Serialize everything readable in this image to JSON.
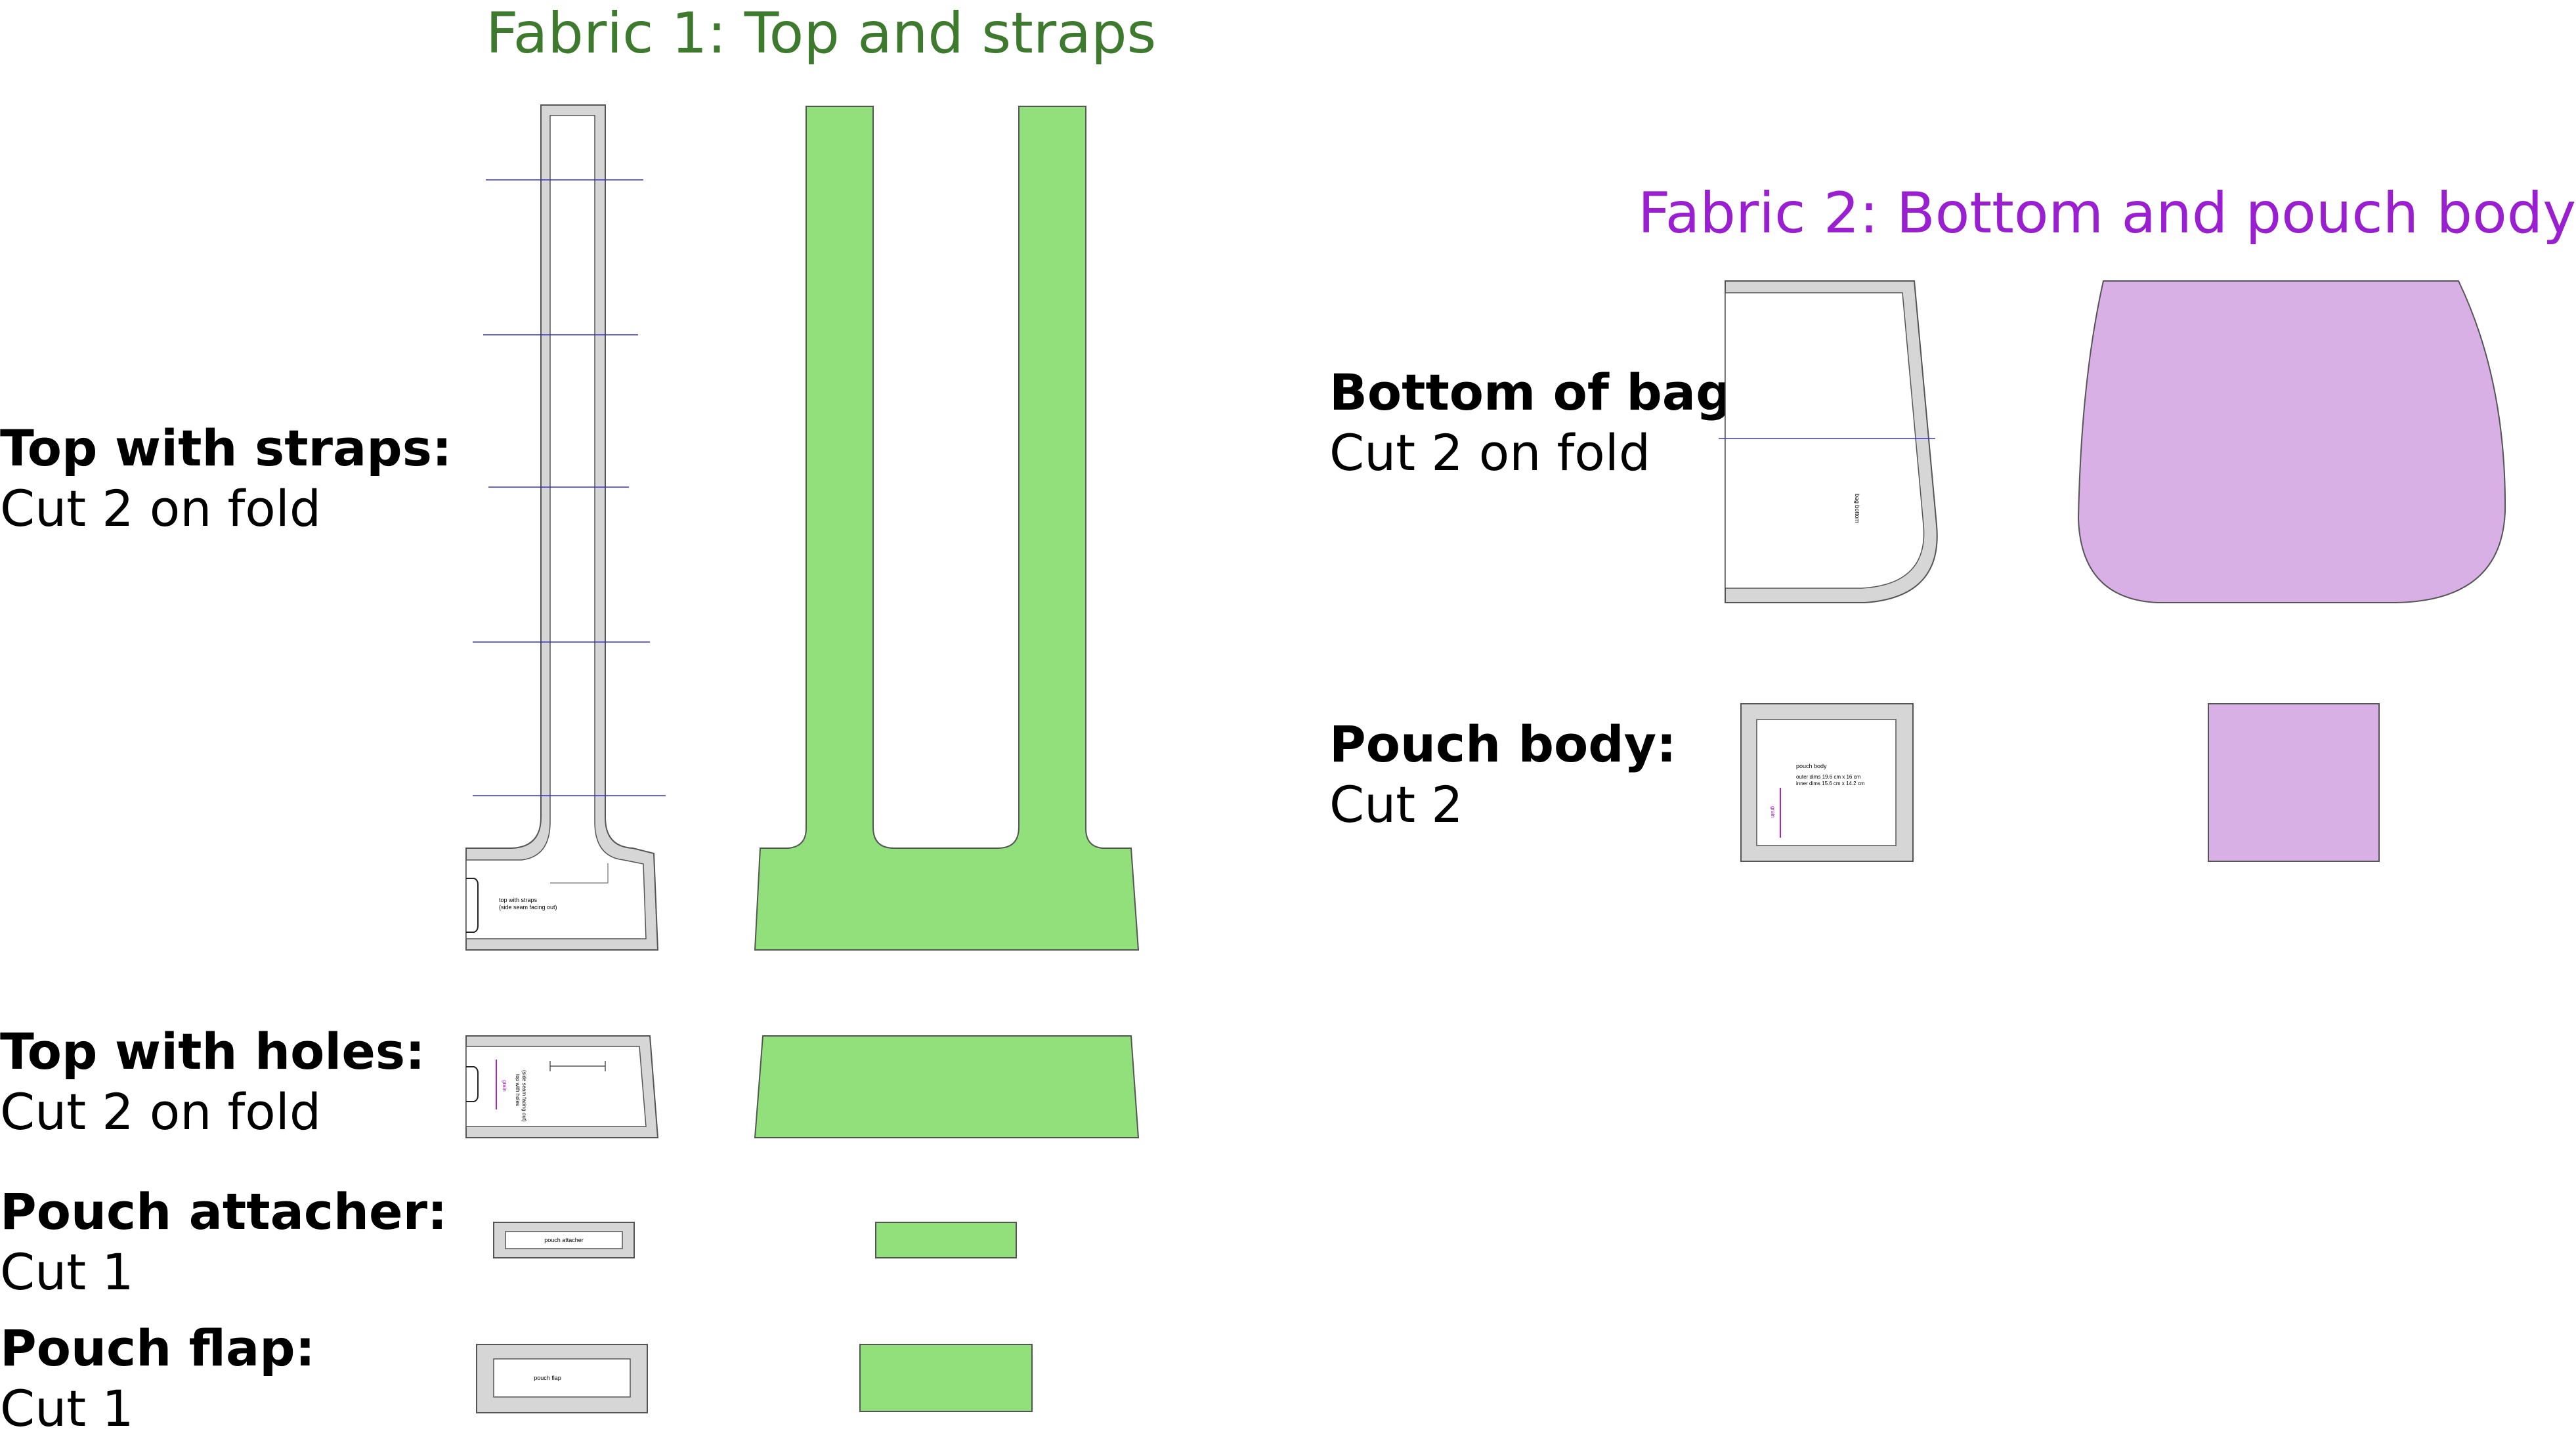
{
  "titles": {
    "fabric1": "Fabric 1: Top and straps",
    "fabric2": "Fabric 2: Bottom and pouch body"
  },
  "colors": {
    "fabric1_title": "#3e7a2e",
    "fabric2_title": "#9a1fd0",
    "fabric1_fill": "#92e07c",
    "fabric2_fill": "#d9b0e6",
    "seam_allowance": "#d6d6d6",
    "outline": "#555555",
    "guide_line": "#3333cc",
    "grain_arrow": "#aa22cc"
  },
  "pieces": [
    {
      "id": "top-with-straps",
      "name": "Top with straps:",
      "instruction": "Cut 2 on fold",
      "fabric": 1
    },
    {
      "id": "top-with-holes",
      "name": "Top with holes:",
      "instruction": "Cut 2 on fold",
      "fabric": 1
    },
    {
      "id": "pouch-attacher",
      "name": "Pouch attacher:",
      "instruction": "Cut 1",
      "fabric": 1
    },
    {
      "id": "pouch-flap",
      "name": "Pouch flap:",
      "instruction": "Cut 1",
      "fabric": 1
    },
    {
      "id": "bottom-of-bag",
      "name": "Bottom of bag:",
      "instruction": "Cut 2 on fold",
      "fabric": 2
    },
    {
      "id": "pouch-body",
      "name": "Pouch body:",
      "instruction": "Cut 2",
      "fabric": 2
    }
  ],
  "pattern_text": {
    "top_straps_line1": "top with straps",
    "top_straps_line2": "(side seam facing out)",
    "top_holes_line1": "top with holes",
    "top_holes_line2": "(side seam facing out)",
    "top_holes_grain": "grain",
    "pouch_attacher": "pouch attacher",
    "pouch_flap": "pouch flap",
    "bottom_label": "bag bottom",
    "pouch_body_title": "pouch body",
    "pouch_body_dims1": "outer dims 19.6 cm x 16 cm",
    "pouch_body_dims2": "inner dims 15.6 cm x 14.2 cm",
    "pouch_body_grain": "grain"
  }
}
